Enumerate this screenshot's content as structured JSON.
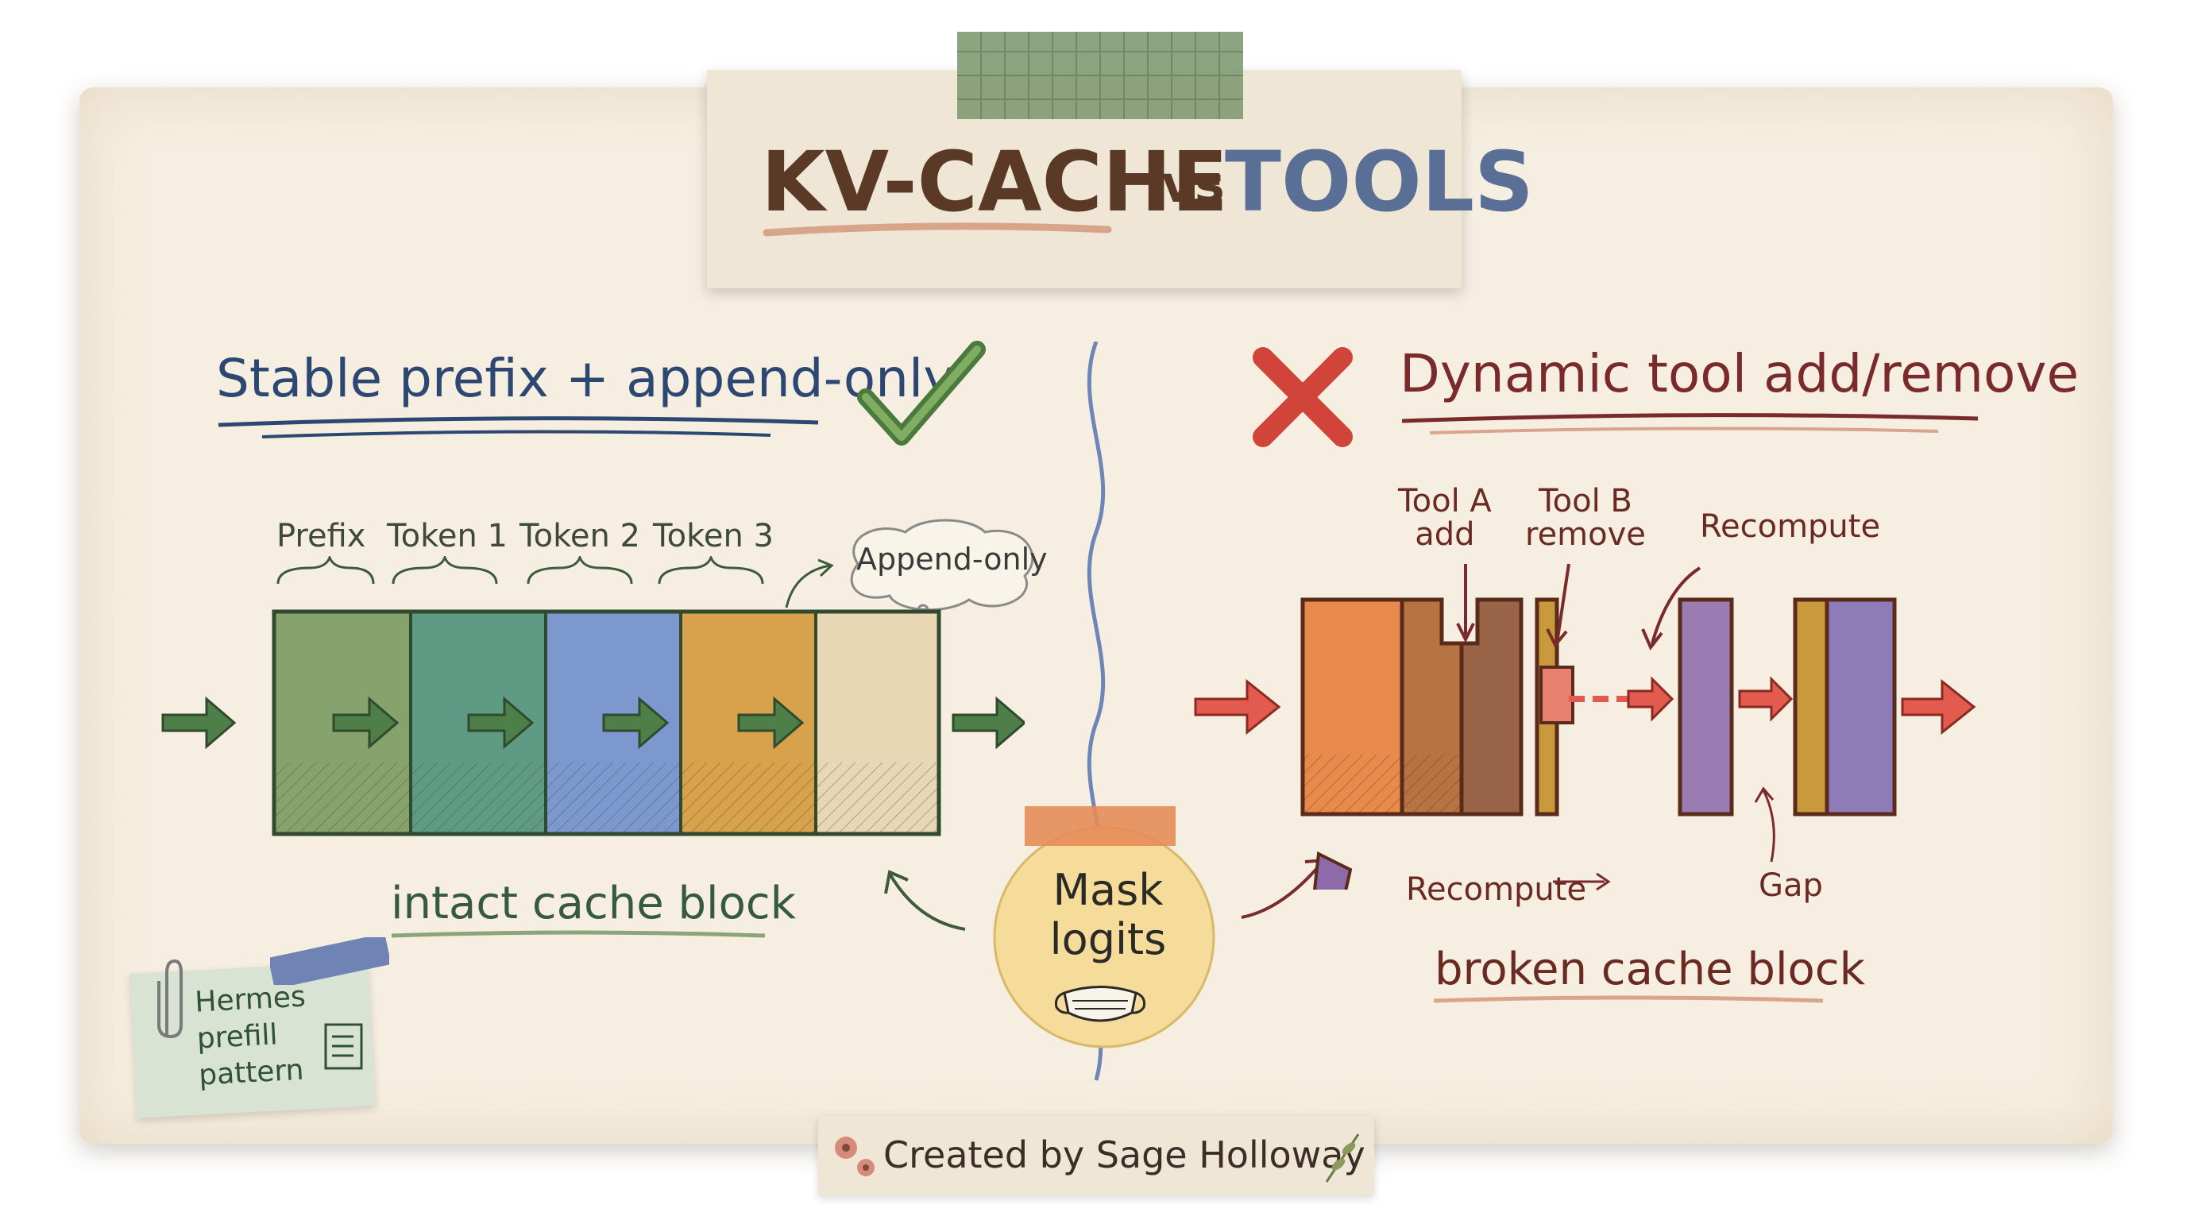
{
  "title": {
    "part1": "KV-CACHE",
    "vs": "vs",
    "part2": "TOOLS"
  },
  "left": {
    "heading": "Stable prefix + append-only",
    "segments": [
      "Prefix",
      "Token 1",
      "Token 2",
      "Token 3"
    ],
    "bubble": "Append-only",
    "caption": "intact cache block"
  },
  "right": {
    "heading": "Dynamic tool add/remove",
    "tool_a": "Tool A\nadd",
    "tool_b": "Tool B\nremove",
    "recompute_top": "Recompute",
    "recompute_bottom": "Recompute",
    "gap": "Gap",
    "caption": "broken cache block"
  },
  "center": {
    "mask": "Mask\nlogits"
  },
  "note": {
    "text": "Hermes\nprefill\npattern"
  },
  "credit": "Created by Sage Holloway",
  "colors": {
    "paper": "#f6eee0",
    "green": "#5e8a55",
    "teal": "#4f8f7a",
    "blue": "#6f8fc9",
    "ochre": "#d39a3c",
    "beige": "#e8d6b4",
    "orange": "#e58a4a",
    "brown": "#9a5a34",
    "rose": "#e07a6a",
    "purple": "#9a7cb2",
    "accent_red": "#c0443a"
  }
}
